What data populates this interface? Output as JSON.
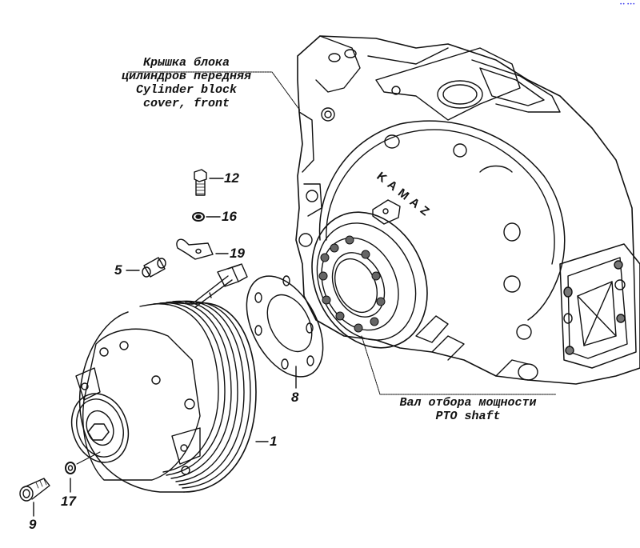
{
  "diagram": {
    "title": "PTO shaft and front cylinder block cover assembly",
    "corner_mark": "•• •••",
    "logo_text": "KAMAZ",
    "callouts": [
      {
        "id": "cylinder-block-cover",
        "lines": [
          "Крышка блока",
          "цилиндров передняя",
          "Cylinder block",
          "cover, front"
        ]
      },
      {
        "id": "pto-shaft",
        "lines": [
          "Вал отбора мощности",
          "PTO shaft"
        ]
      }
    ],
    "parts": [
      {
        "number": "1",
        "name": "pulley-assembly"
      },
      {
        "number": "5",
        "name": "bushing"
      },
      {
        "number": "8",
        "name": "gasket"
      },
      {
        "number": "9",
        "name": "socket-bolt"
      },
      {
        "number": "12",
        "name": "bolt"
      },
      {
        "number": "16",
        "name": "washer"
      },
      {
        "number": "17",
        "name": "washer"
      },
      {
        "number": "19",
        "name": "clamp"
      }
    ],
    "colors": {
      "ink": "#111111",
      "watermark": "#8a8a8a",
      "corner": "#3a3af0"
    }
  }
}
